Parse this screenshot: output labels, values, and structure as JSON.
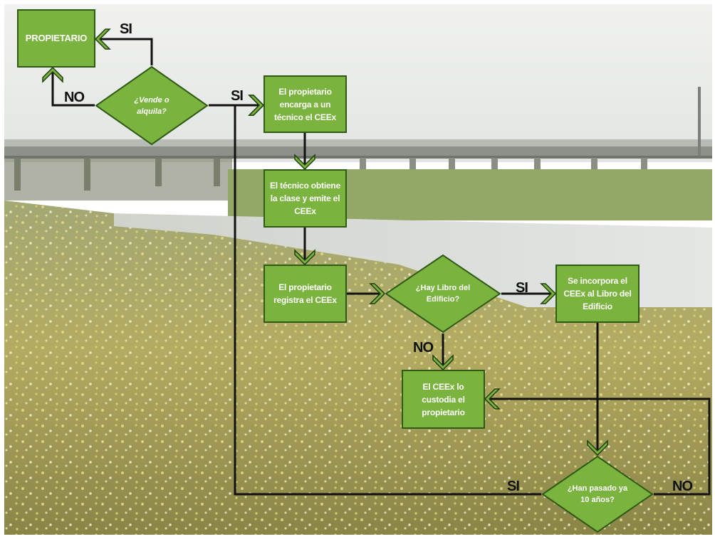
{
  "colors": {
    "node_fill": "#7bb33f",
    "node_border": "#2f5a16",
    "connector": "#111111",
    "arrowhead_fill": "#7bb33f"
  },
  "nodes": {
    "propietario": "PROPIETARIO",
    "vende_alquila": "¿Vende o alquila?",
    "encarga_tecnico": "El propietario encarga a un técnico el CEEx",
    "tecnico_obtiene": "El técnico obtiene la clase y emite el CEEx",
    "registra": "El propietario registra el CEEx",
    "hay_libro": "¿Hay Libro del Edificio?",
    "incorpora": "Se incorpora el CEEx al Libro del Edificio",
    "custodia": "El CEEx lo custodia el propietario",
    "han_pasado": "¿Han pasado ya 10 años?"
  },
  "edge_labels": {
    "si_top": "SI",
    "no_left": "NO",
    "si_mid": "SI",
    "si_libro": "SI",
    "no_libro": "NO",
    "si_bottom": "SI",
    "no_bottom": "NO"
  }
}
